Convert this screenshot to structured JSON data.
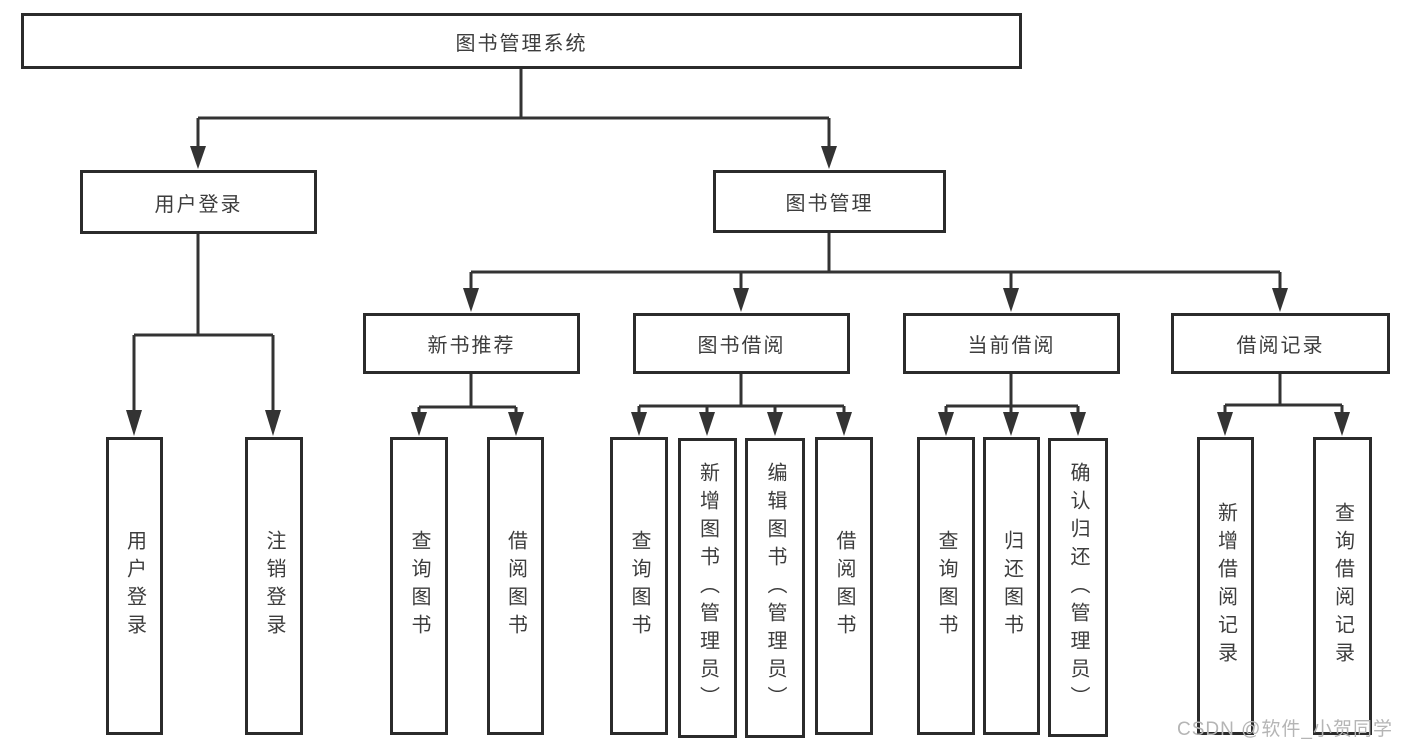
{
  "tree": {
    "root": {
      "label": "图书管理系统"
    },
    "branches": {
      "user_login": {
        "label": "用户登录",
        "children": {
          "login": {
            "label": "用户登录"
          },
          "logout": {
            "label": "注销登录"
          }
        }
      },
      "book_mgmt": {
        "label": "图书管理",
        "children": {
          "new_book_rec": {
            "label": "新书推荐",
            "children": {
              "query_book": {
                "label": "查询图书"
              },
              "borrow_book": {
                "label": "借阅图书"
              }
            }
          },
          "book_borrow": {
            "label": "图书借阅",
            "children": {
              "query_book": {
                "label": "查询图书"
              },
              "add_book": {
                "label": "新增图书（管理员）"
              },
              "edit_book": {
                "label": "编辑图书（管理员）"
              },
              "borrow_book": {
                "label": "借阅图书"
              }
            }
          },
          "current_borrow": {
            "label": "当前借阅",
            "children": {
              "query_book": {
                "label": "查询图书"
              },
              "return_book": {
                "label": "归还图书"
              },
              "confirm_return": {
                "label": "确认归还（管理员）"
              }
            }
          },
          "borrow_records": {
            "label": "借阅记录",
            "children": {
              "add_record": {
                "label": "新增借阅记录"
              },
              "query_record": {
                "label": "查询借阅记录"
              }
            }
          }
        }
      }
    }
  },
  "watermark": {
    "text": "CSDN @软件_小贺同学"
  },
  "colors": {
    "line": "#333333",
    "box_border": "#2b2b2b",
    "box_fill": "#ffffff",
    "text": "#3d3d3d",
    "watermark": "#b5b5b5",
    "background": "#ffffff"
  }
}
